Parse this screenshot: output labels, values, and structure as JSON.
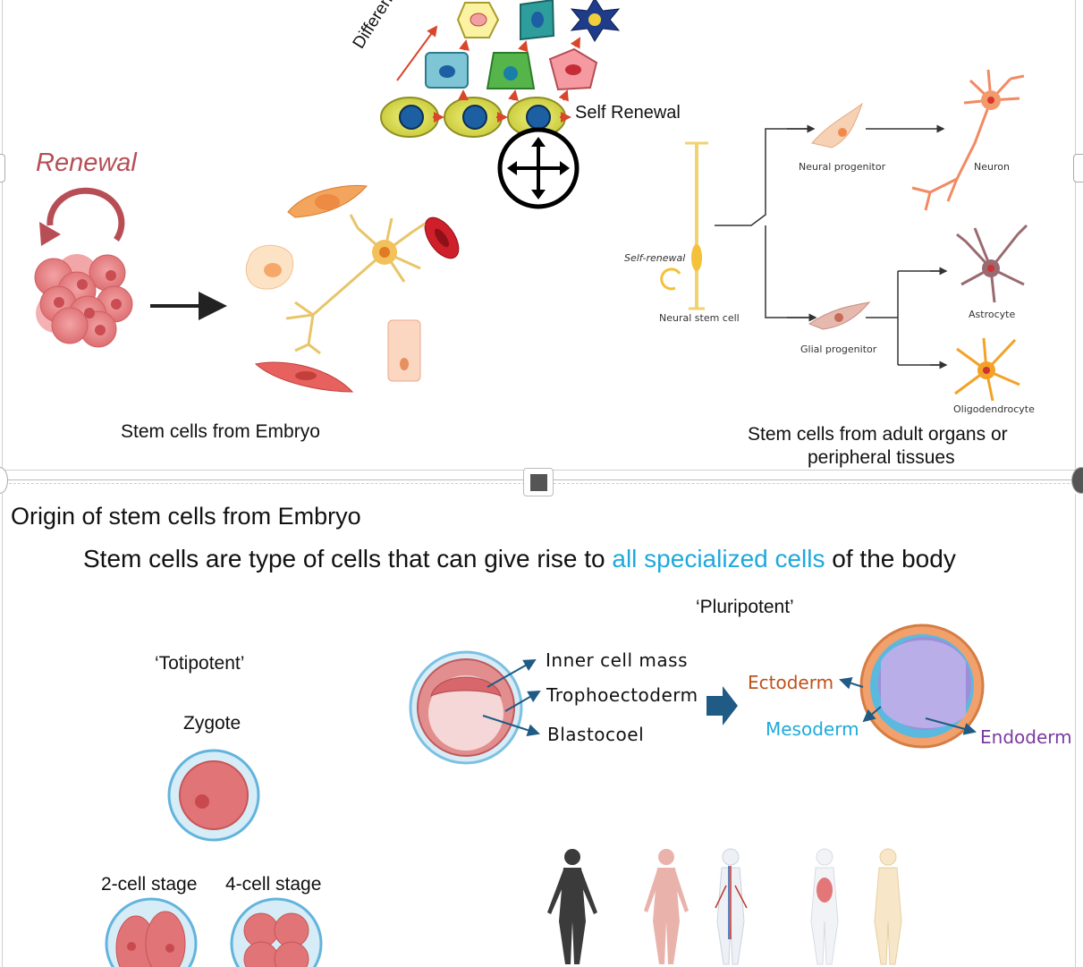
{
  "top_panel": {
    "differentiation_label": "Differentiatio",
    "self_renewal_label": "Self Renewal",
    "renewal_label": "Renewal",
    "embryo_caption": "Stem cells from Embryo",
    "adult_caption_line1": "Stem cells from adult organs or",
    "adult_caption_line2": "peripheral tissues",
    "neural_diagram": {
      "self_renewal": "Self-renewal",
      "neural_stem_cell": "Neural stem cell",
      "neural_progenitor": "Neural progenitor",
      "neuron": "Neuron",
      "glial_progenitor": "Glial progenitor",
      "astrocyte": "Astrocyte",
      "oligodendrocyte": "Oligodendrocyte"
    }
  },
  "bottom_panel": {
    "title": "Origin of stem cells from Embryo",
    "subtitle_before": "Stem cells are type of cells that can give rise to ",
    "subtitle_highlight": "all specialized cells",
    "subtitle_after": " of the body",
    "totipotent": "‘Totipotent’",
    "pluripotent": "‘Pluripotent’",
    "zygote": "Zygote",
    "two_cell": "2-cell stage",
    "four_cell": "4-cell stage",
    "inner_cell_mass": "Inner cell mass",
    "trophoectoderm": "Trophoectoderm",
    "blastocoel": "Blastocoel",
    "ectoderm": "Ectoderm",
    "mesoderm": "Mesoderm",
    "endoderm": "Endoderm"
  },
  "colors": {
    "highlight": "#1ea9dc",
    "ectoderm": "#c0501a",
    "mesoderm": "#1ea9dc",
    "endoderm": "#7a3ba0",
    "renewal": "#b84e55",
    "arrow_blue": "#1f5b85"
  },
  "icons": {
    "move": "move-cursor-icon",
    "splitter": "splitter-handle-icon"
  }
}
